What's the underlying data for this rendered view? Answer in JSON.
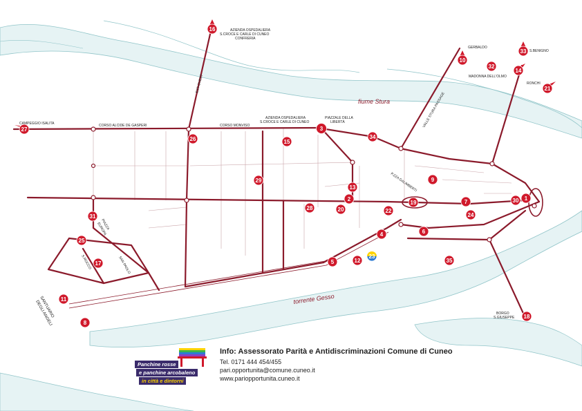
{
  "colors": {
    "road": "#8b1a2b",
    "marker": "#d0192b",
    "river": "#d4eaec",
    "river_edge": "#8fc4c8"
  },
  "map": {
    "river_labels": {
      "stura": "fiume Stura",
      "gesso": "torrente Gesso"
    },
    "markers": [
      {
        "n": "1",
        "label": "1"
      },
      {
        "n": "2",
        "label": "2"
      },
      {
        "n": "3",
        "label": "3"
      },
      {
        "n": "4",
        "label": "4"
      },
      {
        "n": "5",
        "label": "5"
      },
      {
        "n": "6",
        "label": "6"
      },
      {
        "n": "7",
        "label": "7"
      },
      {
        "n": "8",
        "label": "8"
      },
      {
        "n": "9",
        "label": "9"
      },
      {
        "n": "10",
        "label": "10"
      },
      {
        "n": "11",
        "label": "11"
      },
      {
        "n": "12",
        "label": "12"
      },
      {
        "n": "13",
        "label": "13"
      },
      {
        "n": "14",
        "label": "14"
      },
      {
        "n": "15",
        "label": "15"
      },
      {
        "n": "16",
        "label": "16"
      },
      {
        "n": "17",
        "label": "17"
      },
      {
        "n": "18",
        "label": "18"
      },
      {
        "n": "19",
        "label": "19"
      },
      {
        "n": "20",
        "label": "20"
      },
      {
        "n": "21",
        "label": "21"
      },
      {
        "n": "22",
        "label": "22"
      },
      {
        "n": "23",
        "label": "23"
      },
      {
        "n": "24",
        "label": "24"
      },
      {
        "n": "25",
        "label": "25"
      },
      {
        "n": "26",
        "label": "26"
      },
      {
        "n": "27",
        "label": "27"
      },
      {
        "n": "28",
        "label": "28"
      },
      {
        "n": "29",
        "label": "29"
      },
      {
        "n": "30",
        "label": "30"
      },
      {
        "n": "31",
        "label": "31"
      },
      {
        "n": "32",
        "label": "32"
      },
      {
        "n": "33",
        "label": "33"
      },
      {
        "n": "34",
        "label": "34"
      },
      {
        "n": "35",
        "label": "35"
      }
    ],
    "place_labels": {
      "azienda_top_1": "AZIENDA OSPEDALIERA",
      "azienda_top_2": "S.CROCE E CARLE DI CUNEO",
      "azienda_top_3": "CONFRERIA",
      "azienda_mid_1": "AZIENDA OSPEDALIERA",
      "azienda_mid_2": "S.CROCE E CARLE DI CUNEO",
      "piazzale_1": "PIAZZALE DELLA",
      "piazzale_2": "LIBERTÀ",
      "campeggio": "CAMPEGGIO ISALITA",
      "corso_gasperi": "CORSO ALCIDE DE GASPERI",
      "corso_monviso": "CORSO MONVISO",
      "est_ovest": "EST-OVEST",
      "gerbaldo": "GERBALDO",
      "sbenigno": "S.BENIGNO",
      "madonna_olmo": "MADONNA DELL'OLMO",
      "ronchi": "RONCHI",
      "valle_stura": "VALLE STURA PASSAGE",
      "piazza_galimberti": "P.ZZA GALIMBERTI",
      "santuario_1": "SANTUARIO",
      "santuario_2": "DEGLI ANGELI",
      "borgo_1": "BORGO",
      "borgo_2": "S.GIUSEPPE",
      "san_paolo": "SAN PAOLO",
      "s_rocco": "S.ROCCO",
      "piazza_europa_1": "PIAZZA",
      "piazza_europa_2": "EUROPA"
    }
  },
  "logo": {
    "tag1": "Panchine rosse",
    "tag2": "e panchine arcobaleno",
    "tag3": "in città e dintorni"
  },
  "info": {
    "title": "Info: Assessorato Parità e Antidiscriminazioni Comune di Cuneo",
    "phone": "Tel. 0171 444 454/455",
    "email": "pari.opportunita@comune.cuneo.it",
    "web": "www.pariopportunita.cuneo.it"
  }
}
